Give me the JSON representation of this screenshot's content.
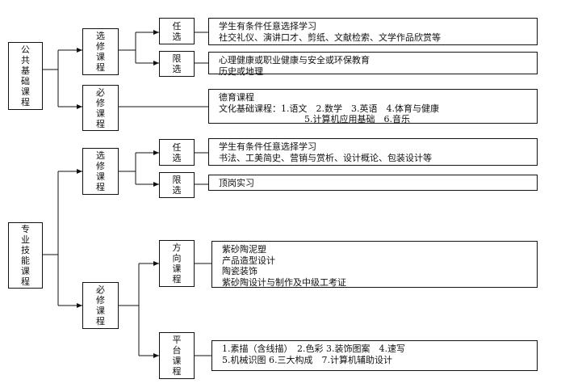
{
  "nodes": {
    "public_root": "公共基础课程",
    "public_elective": "选修课程",
    "public_required": "必修课程",
    "public_free": "任选",
    "public_limited": "限选",
    "pro_root": "专业技能课程",
    "pro_elective": "选修课程",
    "pro_required": "必修课程",
    "pro_free": "任选",
    "pro_limited": "限选",
    "pro_direction": "方向课程",
    "pro_platform": "平台课程"
  },
  "details": {
    "public_free": [
      "学生有条件任意选择学习",
      "社交礼仪、演讲口才、剪纸、文献检索、文学作品欣赏等"
    ],
    "public_limited": [
      "心理健康或职业健康与安全或环保教育",
      "历史或地理"
    ],
    "public_required": [
      "德育课程",
      "文化基础课程：1.语文　2.数学　3.英语　4.体育与健康",
      "5.计算机应用基础　6.音乐"
    ],
    "pro_free": [
      "学生有条件任意选择学习",
      "书法、工美简史、营销与赏析、设计概论、包装设计等"
    ],
    "pro_limited": [
      "顶岗实习"
    ],
    "pro_direction": [
      "紫砂陶泥塑",
      "产品造型设计",
      "陶瓷装饰",
      "紫砂陶设计与制作及中级工考证"
    ],
    "pro_platform": [
      "1.素描（含线描）　2.色彩 3.装饰图案　4.速写",
      "5.机械识图 6.三大构成　7.计算机辅助设计"
    ]
  }
}
